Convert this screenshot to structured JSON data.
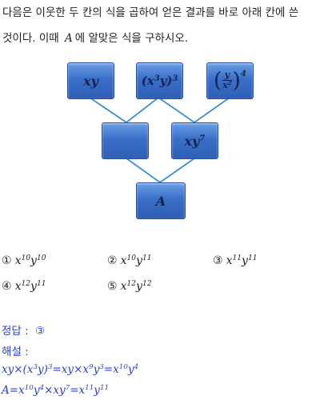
{
  "question": {
    "line1": "다음은 이웃한 두 칸의 식을 곱하여 얻은 결과를 바로 아래 칸에 쓴",
    "line2_pre": "것이다. 이때",
    "line2_var": "A",
    "line2_post": "에 알맞은 식을 구하시오."
  },
  "diagram": {
    "top_left": "xy",
    "top_middle": {
      "base": "(x",
      "e1": "3",
      "mid": "y)",
      "e2": "3"
    },
    "top_right": {
      "num": "y",
      "den_base": "x",
      "den_exp": "2",
      "exp": "4"
    },
    "middle_left": "",
    "middle_right": {
      "base": "xy",
      "exp": "7"
    },
    "bottom": "A"
  },
  "choices": [
    {
      "mark": "①",
      "a": "10",
      "b": "10"
    },
    {
      "mark": "②",
      "a": "10",
      "b": "11"
    },
    {
      "mark": "③",
      "a": "11",
      "b": "11"
    },
    {
      "mark": "④",
      "a": "12",
      "b": "11"
    },
    {
      "mark": "⑤",
      "a": "12",
      "b": "12"
    }
  ],
  "answer": {
    "label": "정답 :",
    "value": "③"
  },
  "explanation": {
    "label": "해설 :",
    "line1": {
      "p1": "xy×(x",
      "e1": "3",
      "p2": "y)",
      "e2": "3",
      "p3": "=xy×x",
      "e3": "9",
      "p4": "y",
      "e4": "3",
      "p5": "=x",
      "e5": "10",
      "p6": "y",
      "e6": "4"
    },
    "line2": {
      "p1": "A=x",
      "e1": "10",
      "p2": "y",
      "e2": "4",
      "p3": "×xy",
      "e3": "7",
      "p4": "=x",
      "e4": "11",
      "p5": "y",
      "e5": "11"
    }
  },
  "colors": {
    "box_fill": "#3a6fc9",
    "line": "#3a8fd8",
    "answer_text": "#2a3fd1"
  }
}
